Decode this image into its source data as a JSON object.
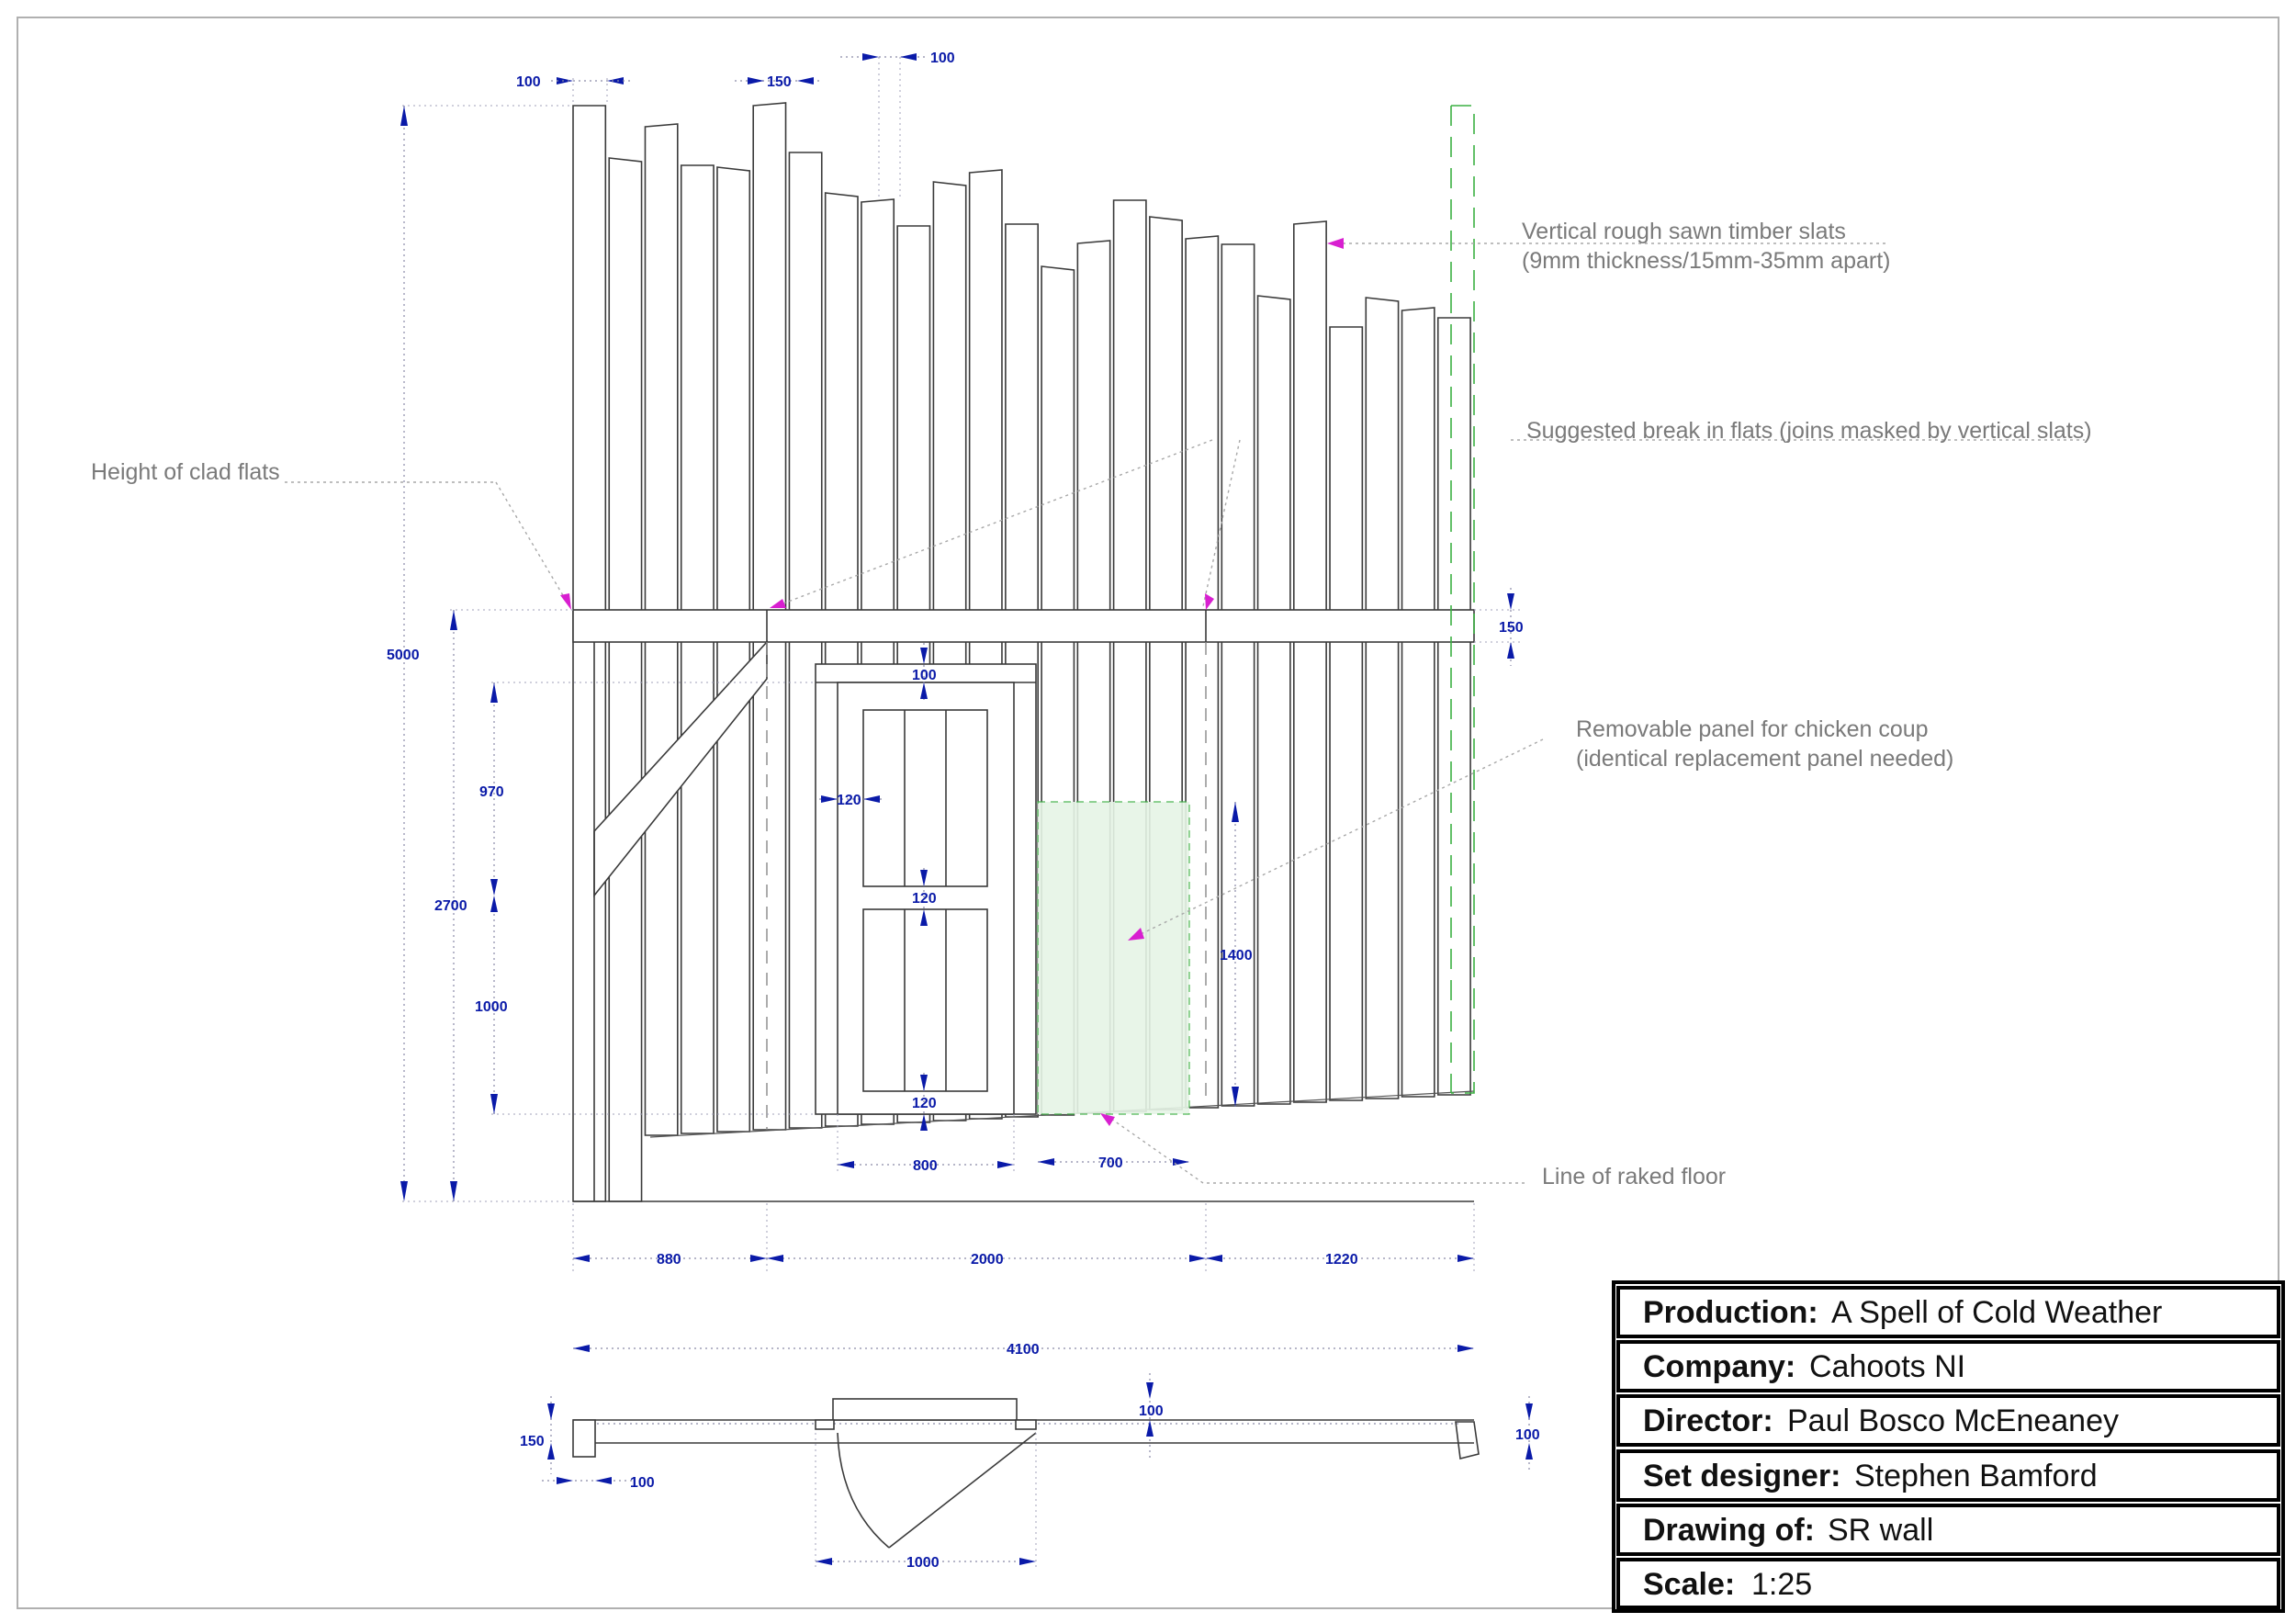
{
  "dimensions": {
    "slat_width": "100",
    "slat_gap": "150",
    "top_gap": "100",
    "total_height": "5000",
    "flat_height": "2700",
    "door_top_gap": "970",
    "door_lower": "1000",
    "rail": "150",
    "door_head": "100",
    "door_stile": "120",
    "door_mid_rail": "120",
    "door_bottom_rail": "120",
    "panel_height": "1400",
    "door_width": "800",
    "panel_width": "700",
    "bay_left": "880",
    "bay_mid": "2000",
    "bay_right": "1220",
    "plan_total": "4100",
    "plan_depth": "150",
    "plan_post": "100",
    "plan_frame": "100",
    "plan_right": "100",
    "door_swing": "1000"
  },
  "notes": {
    "slats_line1": "Vertical rough sawn timber slats",
    "slats_line2": "(9mm thickness/15mm-35mm apart)",
    "break": "Suggested break in flats (joins masked by vertical slats)",
    "clad_height": "Height of clad flats",
    "panel_line1": "Removable panel for chicken coup",
    "panel_line2": "(identical replacement panel needed)",
    "raked_floor": "Line of raked floor"
  },
  "title_block": {
    "production_label": "Production:",
    "production_value": "A Spell of Cold Weather",
    "company_label": "Company:",
    "company_value": "Cahoots NI",
    "director_label": "Director:",
    "director_value": "Paul Bosco McEneaney",
    "designer_label": "Set designer:",
    "designer_value": "Stephen Bamford",
    "drawing_label": "Drawing of:",
    "drawing_value": "SR wall",
    "scale_label": "Scale:",
    "scale_value": "1:25"
  },
  "colors": {
    "dimension": "#0a1aa8",
    "marker": "#d81fd0",
    "removable_panel": "#3cb043"
  }
}
